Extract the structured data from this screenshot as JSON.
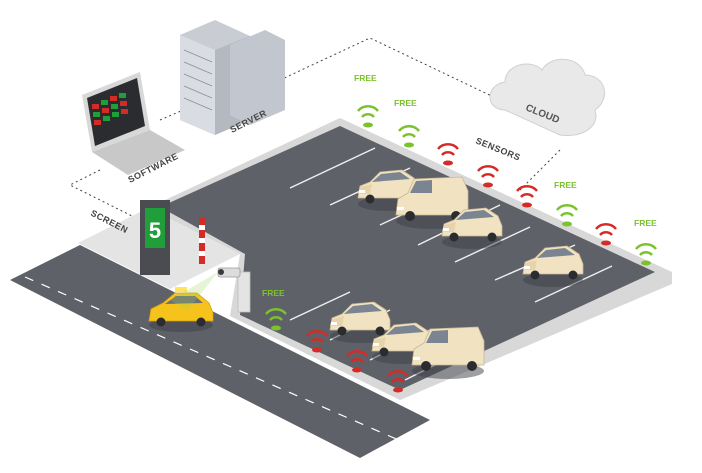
{
  "labels": {
    "software": "SOFTWARE",
    "server": "SERVER",
    "cloud": "CLOUD",
    "sensors": "SENSORS",
    "screen": "SCREEN",
    "free": "FREE"
  },
  "screen_display": "5",
  "colors": {
    "free_sensor": "#7cc22e",
    "occupied_sensor": "#d42b27",
    "asphalt": "#5f6168",
    "curb": "#e4e4e4",
    "taxi": "#f6c21c",
    "parked_car": "#f1e3c2"
  },
  "sensors": {
    "top_row": [
      "free",
      "free",
      "occupied",
      "occupied",
      "occupied",
      "free",
      "occupied",
      "free"
    ],
    "bottom_row": [
      "free",
      "occupied",
      "occupied",
      "occupied"
    ]
  }
}
